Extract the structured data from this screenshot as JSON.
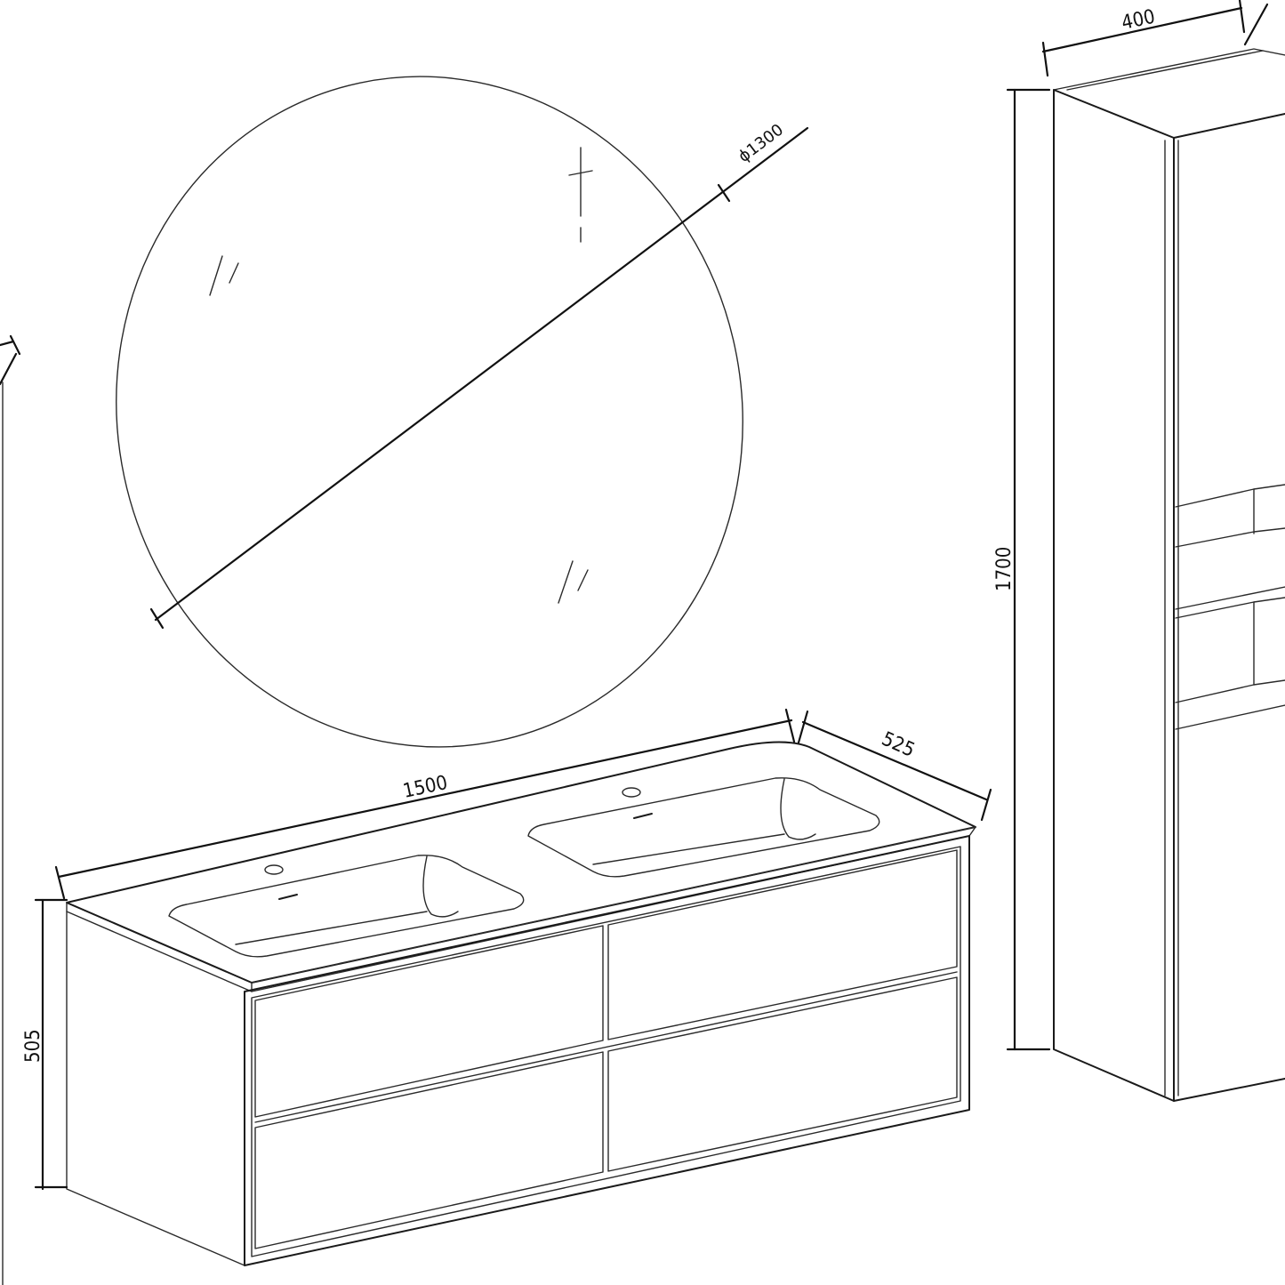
{
  "dimensions": {
    "mirror_diameter": "ϕ1300",
    "vanity_width": "1500",
    "vanity_depth": "525",
    "vanity_height": "505",
    "column_width": "400",
    "column_height": "1700"
  },
  "colors": {
    "line": "#1a1a1a",
    "background": "#ffffff"
  }
}
